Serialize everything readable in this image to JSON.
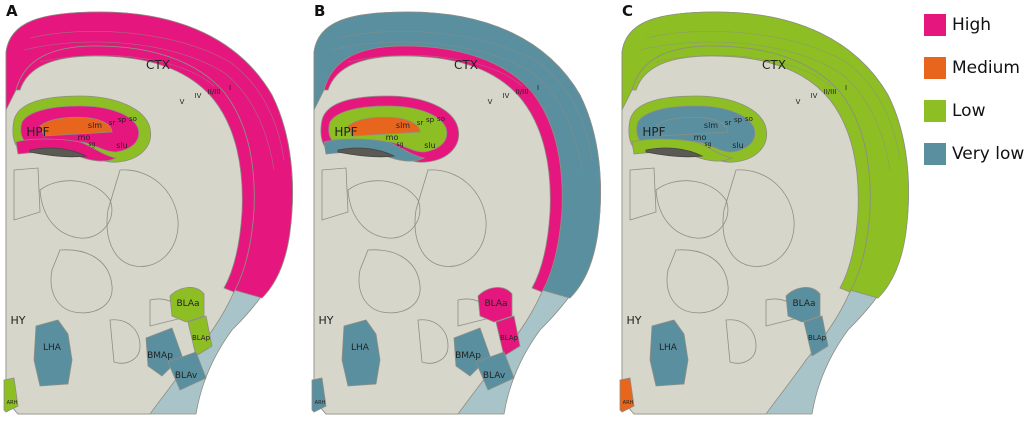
{
  "colors": {
    "high": "#E5177E",
    "medium": "#E8651E",
    "low": "#8DBE24",
    "very_low": "#5A8FA0",
    "tissue": "#D6D6CB",
    "tissue_lines": "#8E8E84",
    "outer_region": "#A9C4C9"
  },
  "legend": [
    {
      "label": "High",
      "level": "high"
    },
    {
      "label": "Medium",
      "level": "medium"
    },
    {
      "label": "Low",
      "level": "low"
    },
    {
      "label": "Very low",
      "level": "very_low"
    }
  ],
  "panels": [
    {
      "letter": "A",
      "levels": {
        "cortex": "high",
        "hpf_outer": "low",
        "hpf_sr": "high",
        "hpf_mo": "medium",
        "hpf_inner": "high",
        "bla": "low",
        "bmap": "very_low",
        "blav": "very_low",
        "lha": "very_low",
        "arh": "low"
      }
    },
    {
      "letter": "B",
      "levels": {
        "cortex_inner": "high",
        "cortex_outer": "very_low",
        "hpf_outer": "high",
        "hpf_sr": "low",
        "hpf_mo": "medium",
        "hpf_inner": "very_low",
        "bla": "high",
        "bmap": "very_low",
        "blav": "very_low",
        "lha": "very_low",
        "arh": "very_low"
      }
    },
    {
      "letter": "C",
      "levels": {
        "cortex": "low",
        "hpf_outer": "low",
        "hpf_sr": "very_low",
        "hpf_mo": "very_low",
        "hpf_inner": "low",
        "bla": "very_low",
        "lha": "very_low",
        "arh": "medium"
      }
    }
  ],
  "region_labels": {
    "ctx": "CTX",
    "layer_i": "I",
    "layer_ii_iii": "II/III",
    "layer_iv": "IV",
    "layer_v": "V",
    "hpf": "HPF",
    "slm": "slm",
    "sr": "sr",
    "sp": "sp",
    "so": "so",
    "mo": "mo",
    "sg": "sg",
    "slu": "slu",
    "hy": "HY",
    "lha": "LHA",
    "blaa": "BLAa",
    "blap": "BLAp",
    "bmap": "BMAp",
    "blav": "BLAv",
    "arh": "ARH"
  }
}
